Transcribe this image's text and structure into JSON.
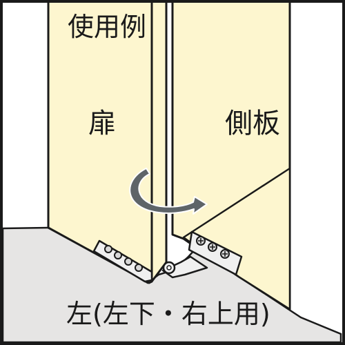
{
  "diagram": {
    "title": "使用例",
    "door_label": "扉",
    "side_panel_label": "側板",
    "caption": "左(左下・右上用)"
  },
  "colors": {
    "panel_fill": "#fdf6cf",
    "floor_fill": "#e6e5e4",
    "hinge_fill": "#f0f0f0",
    "arrow_fill": "#5e6468",
    "outline": "#1a1a1a"
  },
  "icons": {
    "rotation": "curved-rotation-arrow-icon",
    "hinge": "corner-hinge-icon"
  }
}
